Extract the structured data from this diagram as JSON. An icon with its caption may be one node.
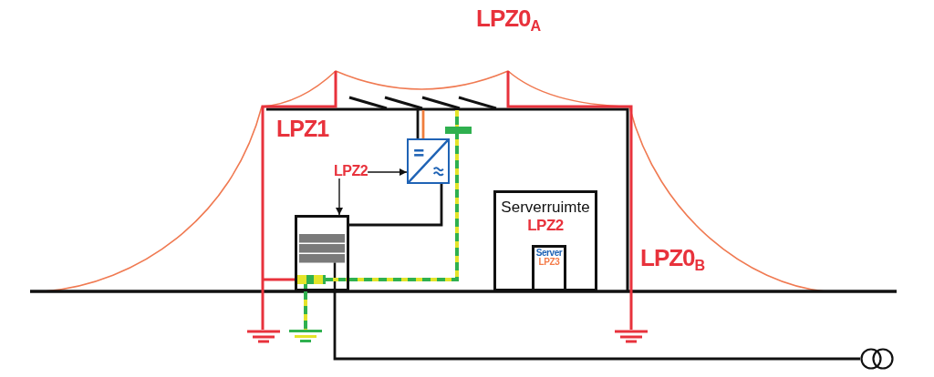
{
  "diagram": {
    "nodes": [
      {
        "text": [],
        "shape": "picture"
      },
      {
        "text": [],
        "shape": "box"
      },
      {
        "text": [
          "LPZ2"
        ]
      },
      {
        "text": [],
        "shape": "box"
      },
      {
        "text": [
          "Serverruimte",
          "LPZ2"
        ]
      },
      {
        "text": [
          "Server",
          "LPZ3"
        ],
        "in": 4
      },
      {
        "text": [],
        "shape": "picture"
      },
      {
        "text": [],
        "shape": "circle"
      }
    ],
    "edges": [
      {
        "from": 0,
        "to": 1,
        "arrow": "none"
      },
      {
        "from": 0,
        "to": 1,
        "arrow": "none",
        "color": "#f07d3c"
      },
      {
        "from": 2,
        "to": 1,
        "arrow": "to"
      },
      {
        "from": 2,
        "to": 3,
        "arrow": "to"
      },
      {
        "from": 1,
        "to": 3,
        "arrow": "none"
      },
      {
        "from": 3,
        "to": 0,
        "arrow": "none",
        "style": "dashed",
        "color": "#2fb04f"
      },
      {
        "from": 3,
        "to": 6,
        "arrow": "none",
        "style": "dashed",
        "color": "#2fb04f"
      },
      {
        "from": 3,
        "to": 7,
        "arrow": "none"
      }
    ],
    "labels": [
      "LPZ0$_{A}$",
      "LPZ1",
      "LPZ0$_{B}$"
    ]
  }
}
